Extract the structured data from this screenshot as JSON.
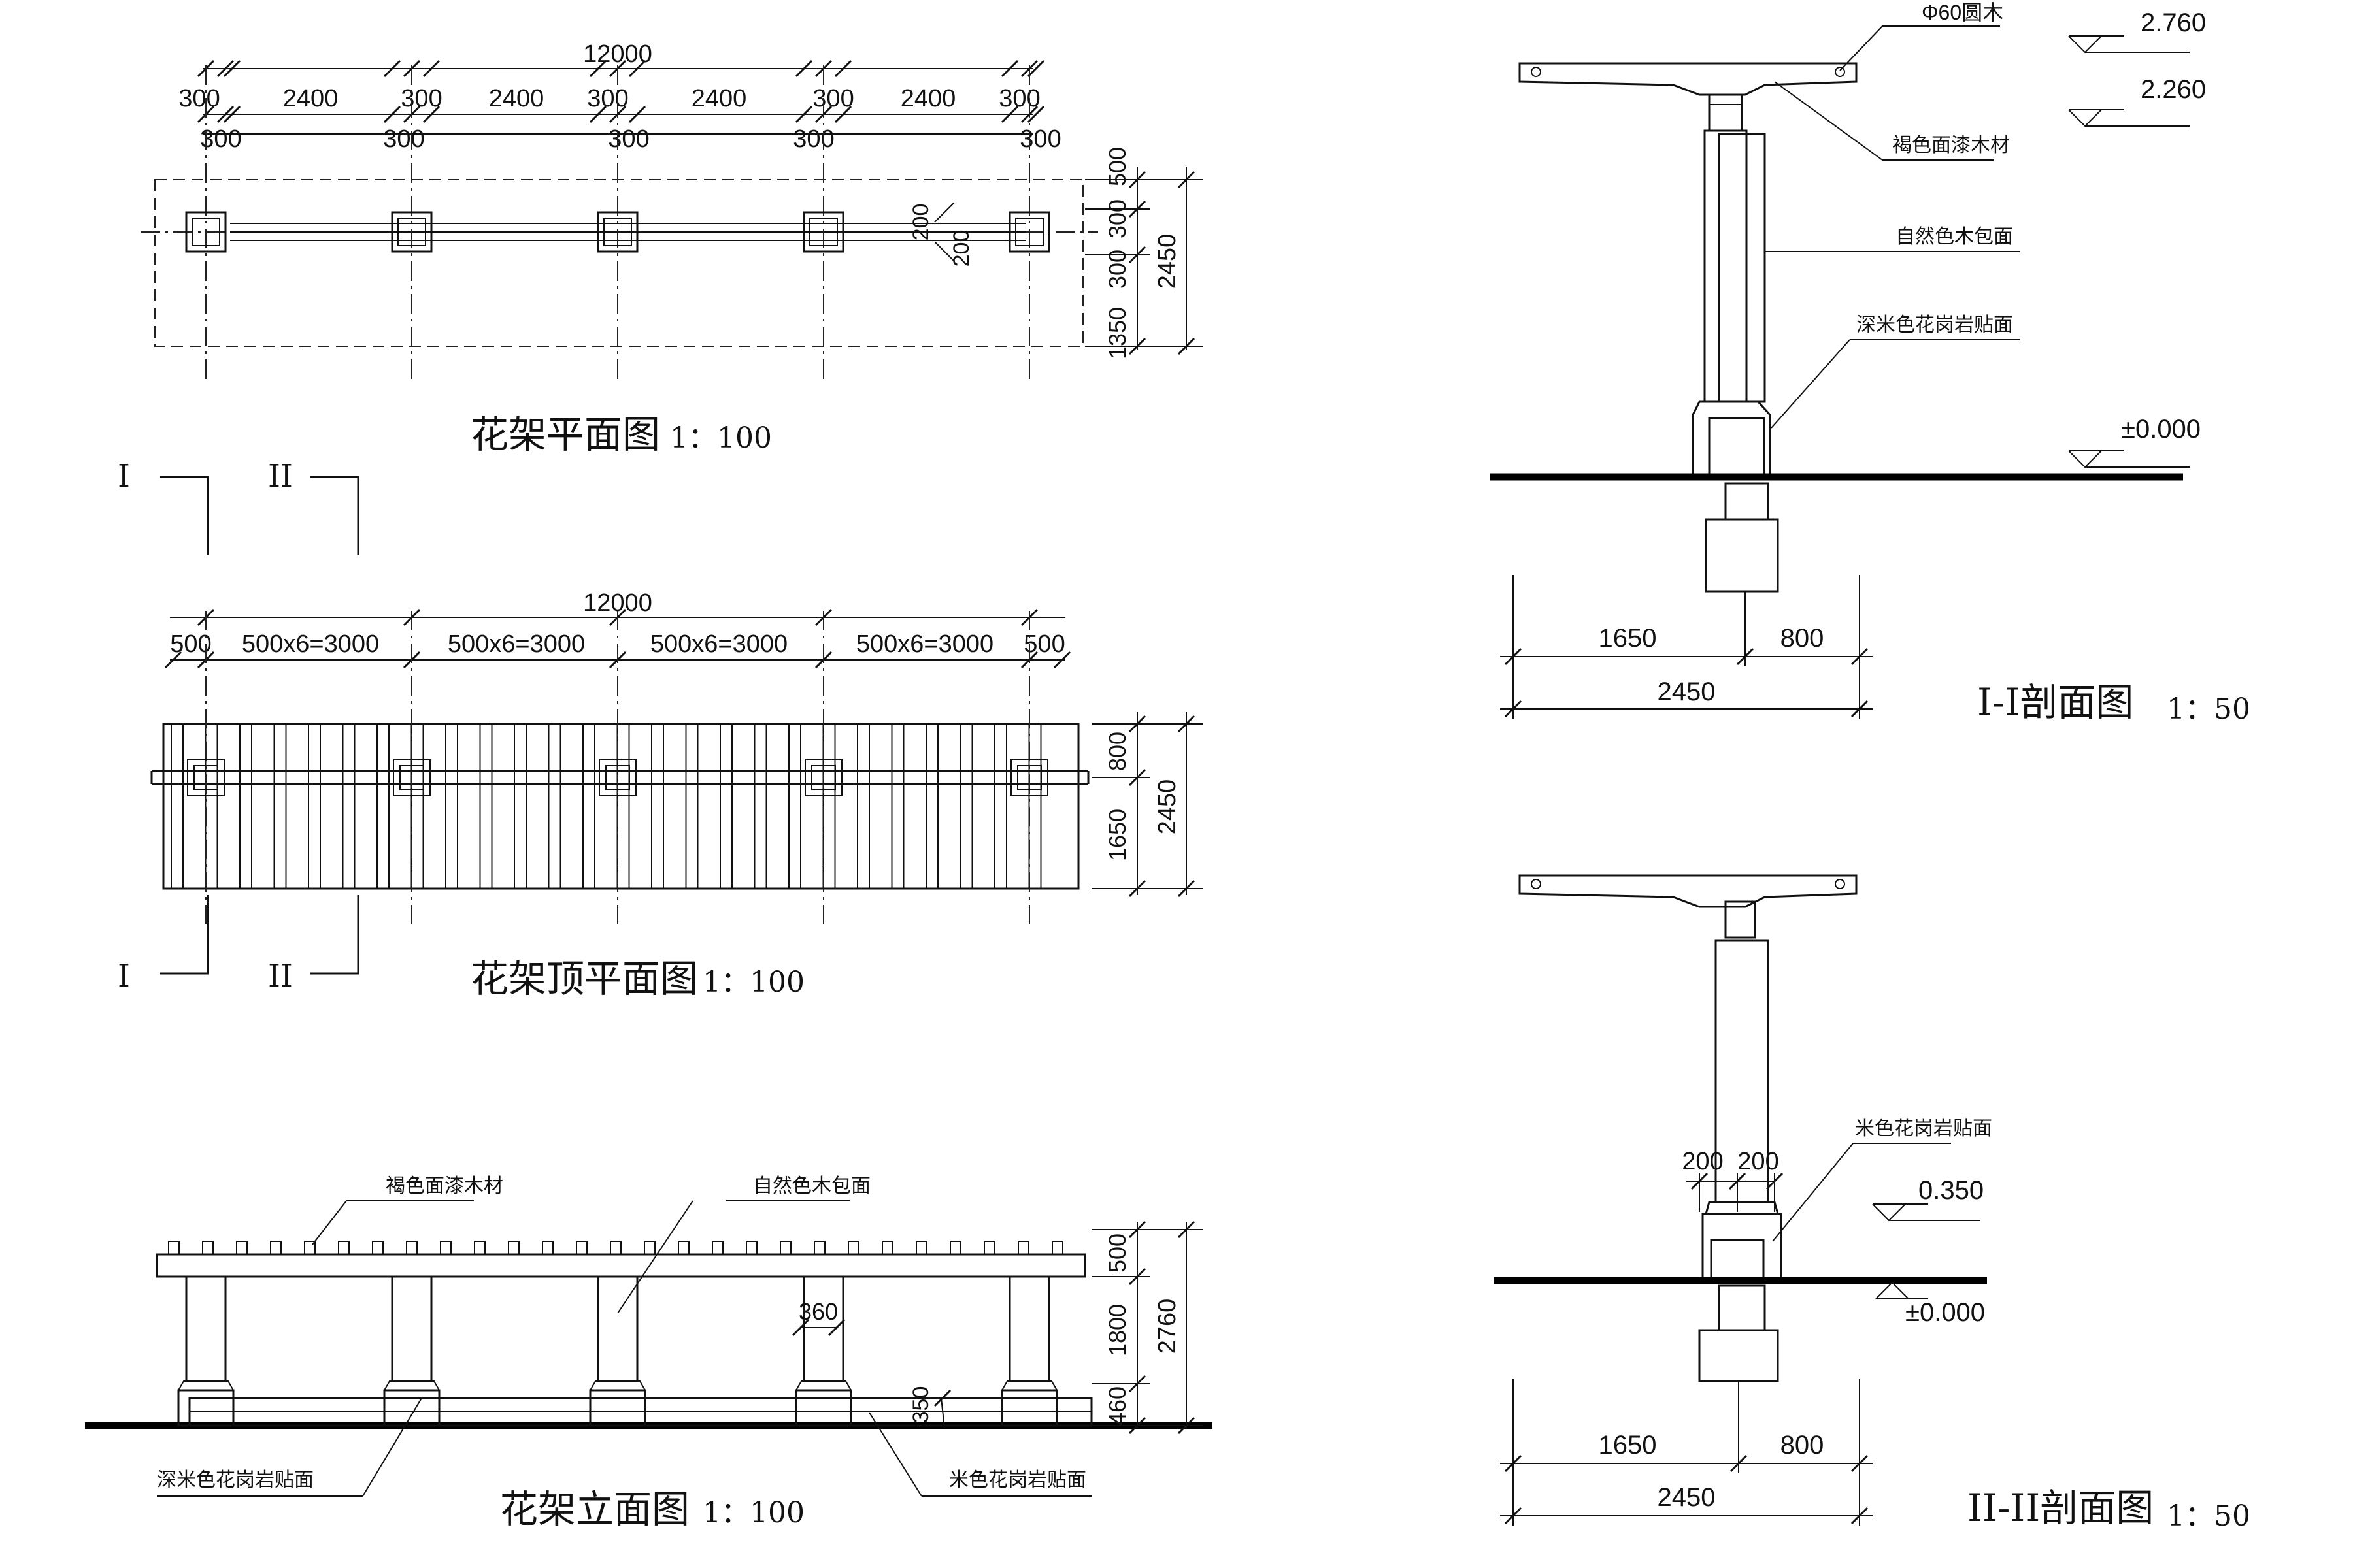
{
  "plan": {
    "title": "花架平面图",
    "scale": "1：100",
    "overall": "12000",
    "spans_top": [
      "300",
      "2400",
      "300",
      "2400",
      "300",
      "2400",
      "300",
      "2400",
      "300"
    ],
    "spans_bottom": [
      "300",
      "300",
      "300",
      "300",
      "300"
    ],
    "dim_side": [
      "500",
      "300",
      "300",
      "1350",
      "2450"
    ],
    "dim_small": [
      "200",
      "200"
    ]
  },
  "roof": {
    "title": "花架顶平面图",
    "scale": "1：100",
    "overall": "12000",
    "spans": [
      "500",
      "500x6=3000",
      "500x6=3000",
      "500x6=3000",
      "500x6=3000",
      "500"
    ],
    "dim_side": [
      "800",
      "1650",
      "2450"
    ]
  },
  "elev": {
    "title": "花架立面图",
    "scale": "1：100",
    "dim_side": [
      "500",
      "1800",
      "460",
      "2760"
    ],
    "dim_col": "360",
    "dim_base": "350",
    "labels": {
      "beam": "褐色面漆木材",
      "column": "自然色木包面",
      "plinth": "深米色花岗岩贴面",
      "base": "米色花岗岩贴面"
    }
  },
  "section1": {
    "title": "I-I剖面图",
    "scale": "1：50",
    "labels": {
      "rod": "Φ60圆木",
      "wood": "褐色面漆木材",
      "clad": "自然色木包面",
      "granite": "深米色花岗岩贴面"
    },
    "levels": [
      "2.760",
      "2.260",
      "±0.000"
    ],
    "dims": [
      "1650",
      "800",
      "2450"
    ]
  },
  "section2": {
    "title": "II-II剖面图",
    "scale": "1：50",
    "labels": {
      "granite": "米色花岗岩贴面"
    },
    "levels": [
      "0.350",
      "±0.000"
    ],
    "dims_top": [
      "200",
      "200"
    ],
    "dims": [
      "1650",
      "800",
      "2450"
    ]
  },
  "markers": {
    "one": "I",
    "two": "II"
  }
}
